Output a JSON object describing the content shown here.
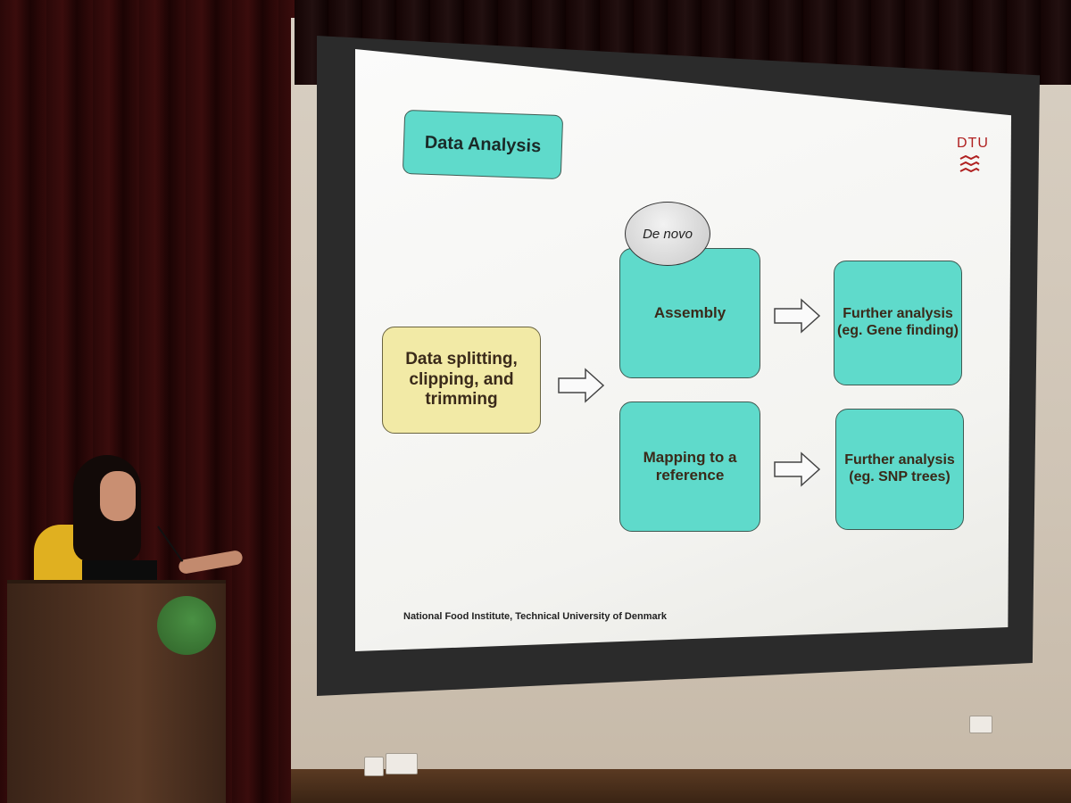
{
  "slide": {
    "title": "Data Analysis",
    "logo_text": "DTU",
    "badge": "De novo",
    "steps": {
      "input": "Data splitting, clipping, and trimming",
      "assembly": "Assembly",
      "mapping": "Mapping to a reference",
      "further_assembly": "Further analysis (eg. Gene finding)",
      "further_mapping": "Further analysis (eg. SNP trees)"
    },
    "footer": "National Food Institute, Technical University of Denmark"
  },
  "colors": {
    "teal": "#5fdacb",
    "yellow": "#f2eaa6",
    "dtu_red": "#b02020",
    "curtain": "#3a0c0c",
    "wall": "#d8cfc2"
  }
}
